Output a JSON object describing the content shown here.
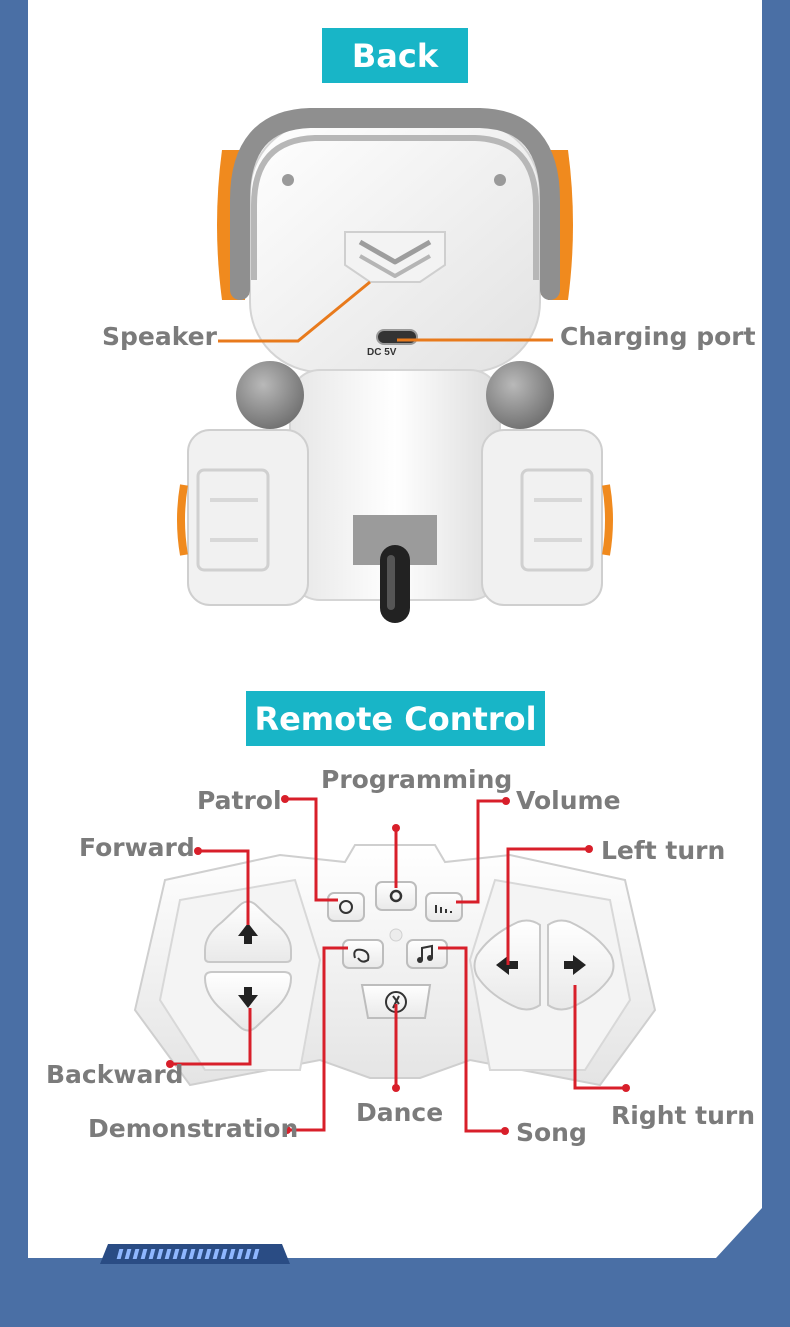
{
  "sections": {
    "back_title": "Back",
    "remote_title": "Remote Control"
  },
  "back_labels": {
    "speaker": "Speaker",
    "charging_port": "Charging port",
    "dc_text": "DC 5V"
  },
  "remote_labels": {
    "programming": "Programming",
    "patrol": "Patrol",
    "volume": "Volume",
    "forward": "Forward",
    "left_turn": "Left turn",
    "backward": "Backward",
    "demonstration": "Demonstration",
    "dance": "Dance",
    "song": "Song",
    "right_turn": "Right turn"
  },
  "colors": {
    "accent": "#18b5c7",
    "leader_orange": "#e87a1c",
    "leader_red": "#d81f2a",
    "frame_blue": "#4a6fa5",
    "robot_orange": "#f08a1e"
  }
}
